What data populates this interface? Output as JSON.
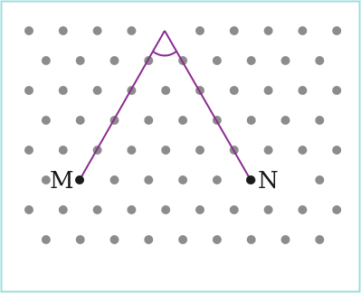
{
  "labels": {
    "left": "M",
    "right": "N"
  },
  "colors": {
    "border": "#9fdcdc",
    "dot": "#8c8c8c",
    "line": "#8a2c8f",
    "point": "#1a1a1a"
  },
  "grid": {
    "rows": 8,
    "columns_long_row": 10,
    "columns_short_row": 9,
    "pattern": "staggered"
  }
}
